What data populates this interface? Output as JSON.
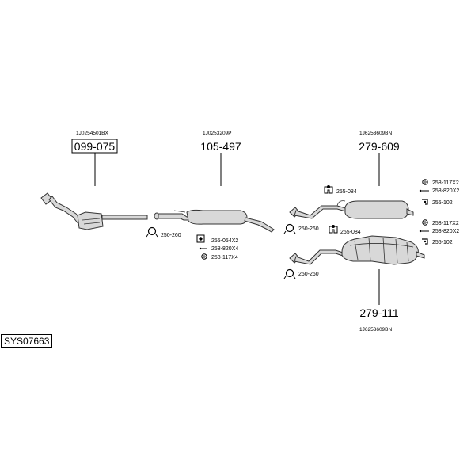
{
  "groups": [
    {
      "oem": "1J0254501BX",
      "part": "099-075"
    },
    {
      "oem": "1J0253209P",
      "part": "105-497"
    },
    {
      "oem": "1J6253609BN",
      "part": "279-609"
    },
    {
      "oem": "1J6253609BN",
      "part": "279-111"
    }
  ],
  "fittings": {
    "a": "250-260",
    "b": "255-054X2",
    "c": "258-820X4",
    "d": "258-117X4",
    "e": "255-084",
    "f": "250-260",
    "g": "258-117X2",
    "h": "258-820X2",
    "i": "255-102",
    "j": "255-084",
    "k": "258-117X2",
    "l": "258-820X2",
    "m": "255-102",
    "n": "250-260"
  },
  "system_code": "SYS07663"
}
